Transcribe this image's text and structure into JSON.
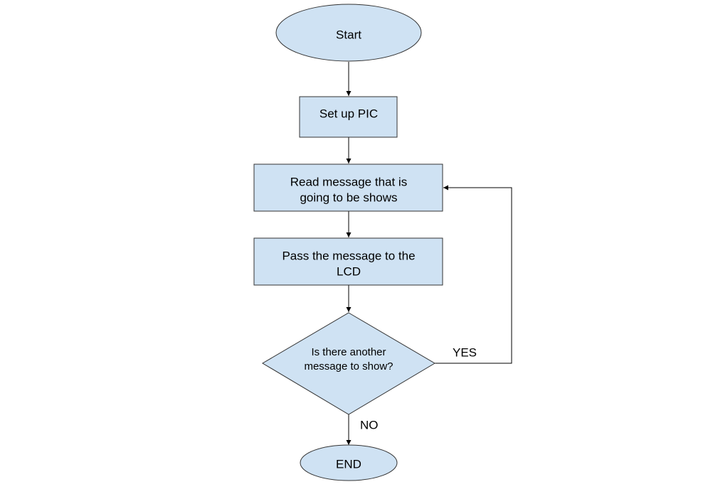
{
  "colors": {
    "node_fill": "#cfe2f3",
    "node_stroke": "#333333",
    "edge": "#000000"
  },
  "nodes": {
    "start": {
      "label": "Start"
    },
    "setup": {
      "label": "Set up PIC"
    },
    "read": {
      "line1": "Read message that is",
      "line2": "going to be shows"
    },
    "pass": {
      "line1": "Pass the message to the",
      "line2": "LCD"
    },
    "decision": {
      "line1": "Is there another",
      "line2": "message to show?"
    },
    "end": {
      "label": "END"
    }
  },
  "edges": {
    "yes_label": "YES",
    "no_label": "NO"
  }
}
